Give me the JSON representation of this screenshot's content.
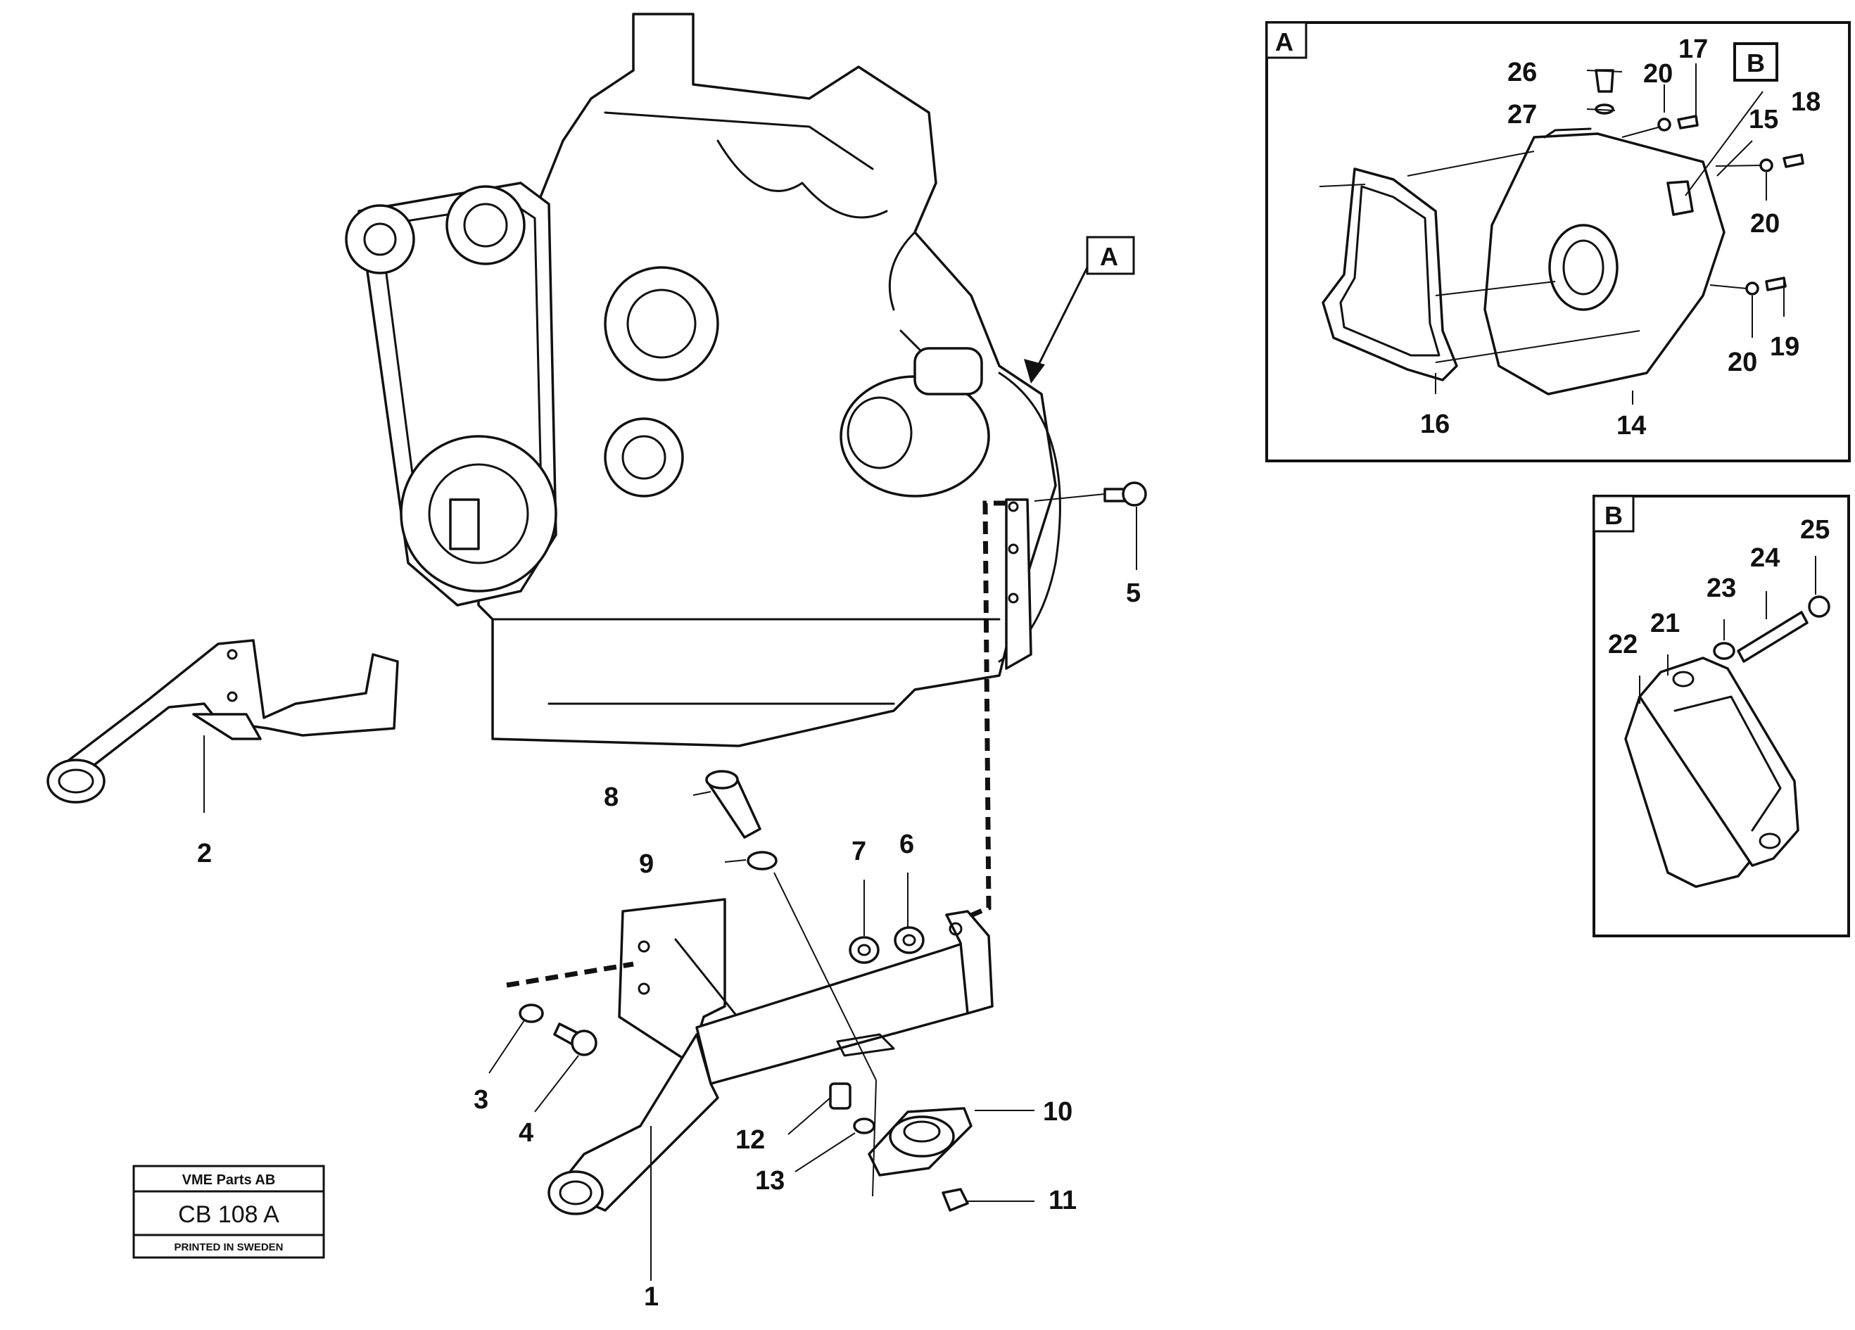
{
  "callouts": {
    "c1": "1",
    "c2": "2",
    "c3": "3",
    "c4": "4",
    "c5": "5",
    "c6": "6",
    "c7": "7",
    "c8": "8",
    "c9": "9",
    "c10": "10",
    "c11": "11",
    "c12": "12",
    "c13": "13"
  },
  "view_a": {
    "marker": "A",
    "box_label": "A",
    "ref_b": "B",
    "c14": "14",
    "c15": "15",
    "c16": "16",
    "c17": "17",
    "c18": "18",
    "c19": "19",
    "c20a": "20",
    "c20b": "20",
    "c20c": "20",
    "c26": "26",
    "c27": "27"
  },
  "view_b": {
    "box_label": "B",
    "c21": "21",
    "c22": "22",
    "c23": "23",
    "c24": "24",
    "c25": "25"
  },
  "stamp": {
    "company": "VME Parts AB",
    "code": "CB 108 A",
    "printed": "PRINTED IN SWEDEN"
  }
}
